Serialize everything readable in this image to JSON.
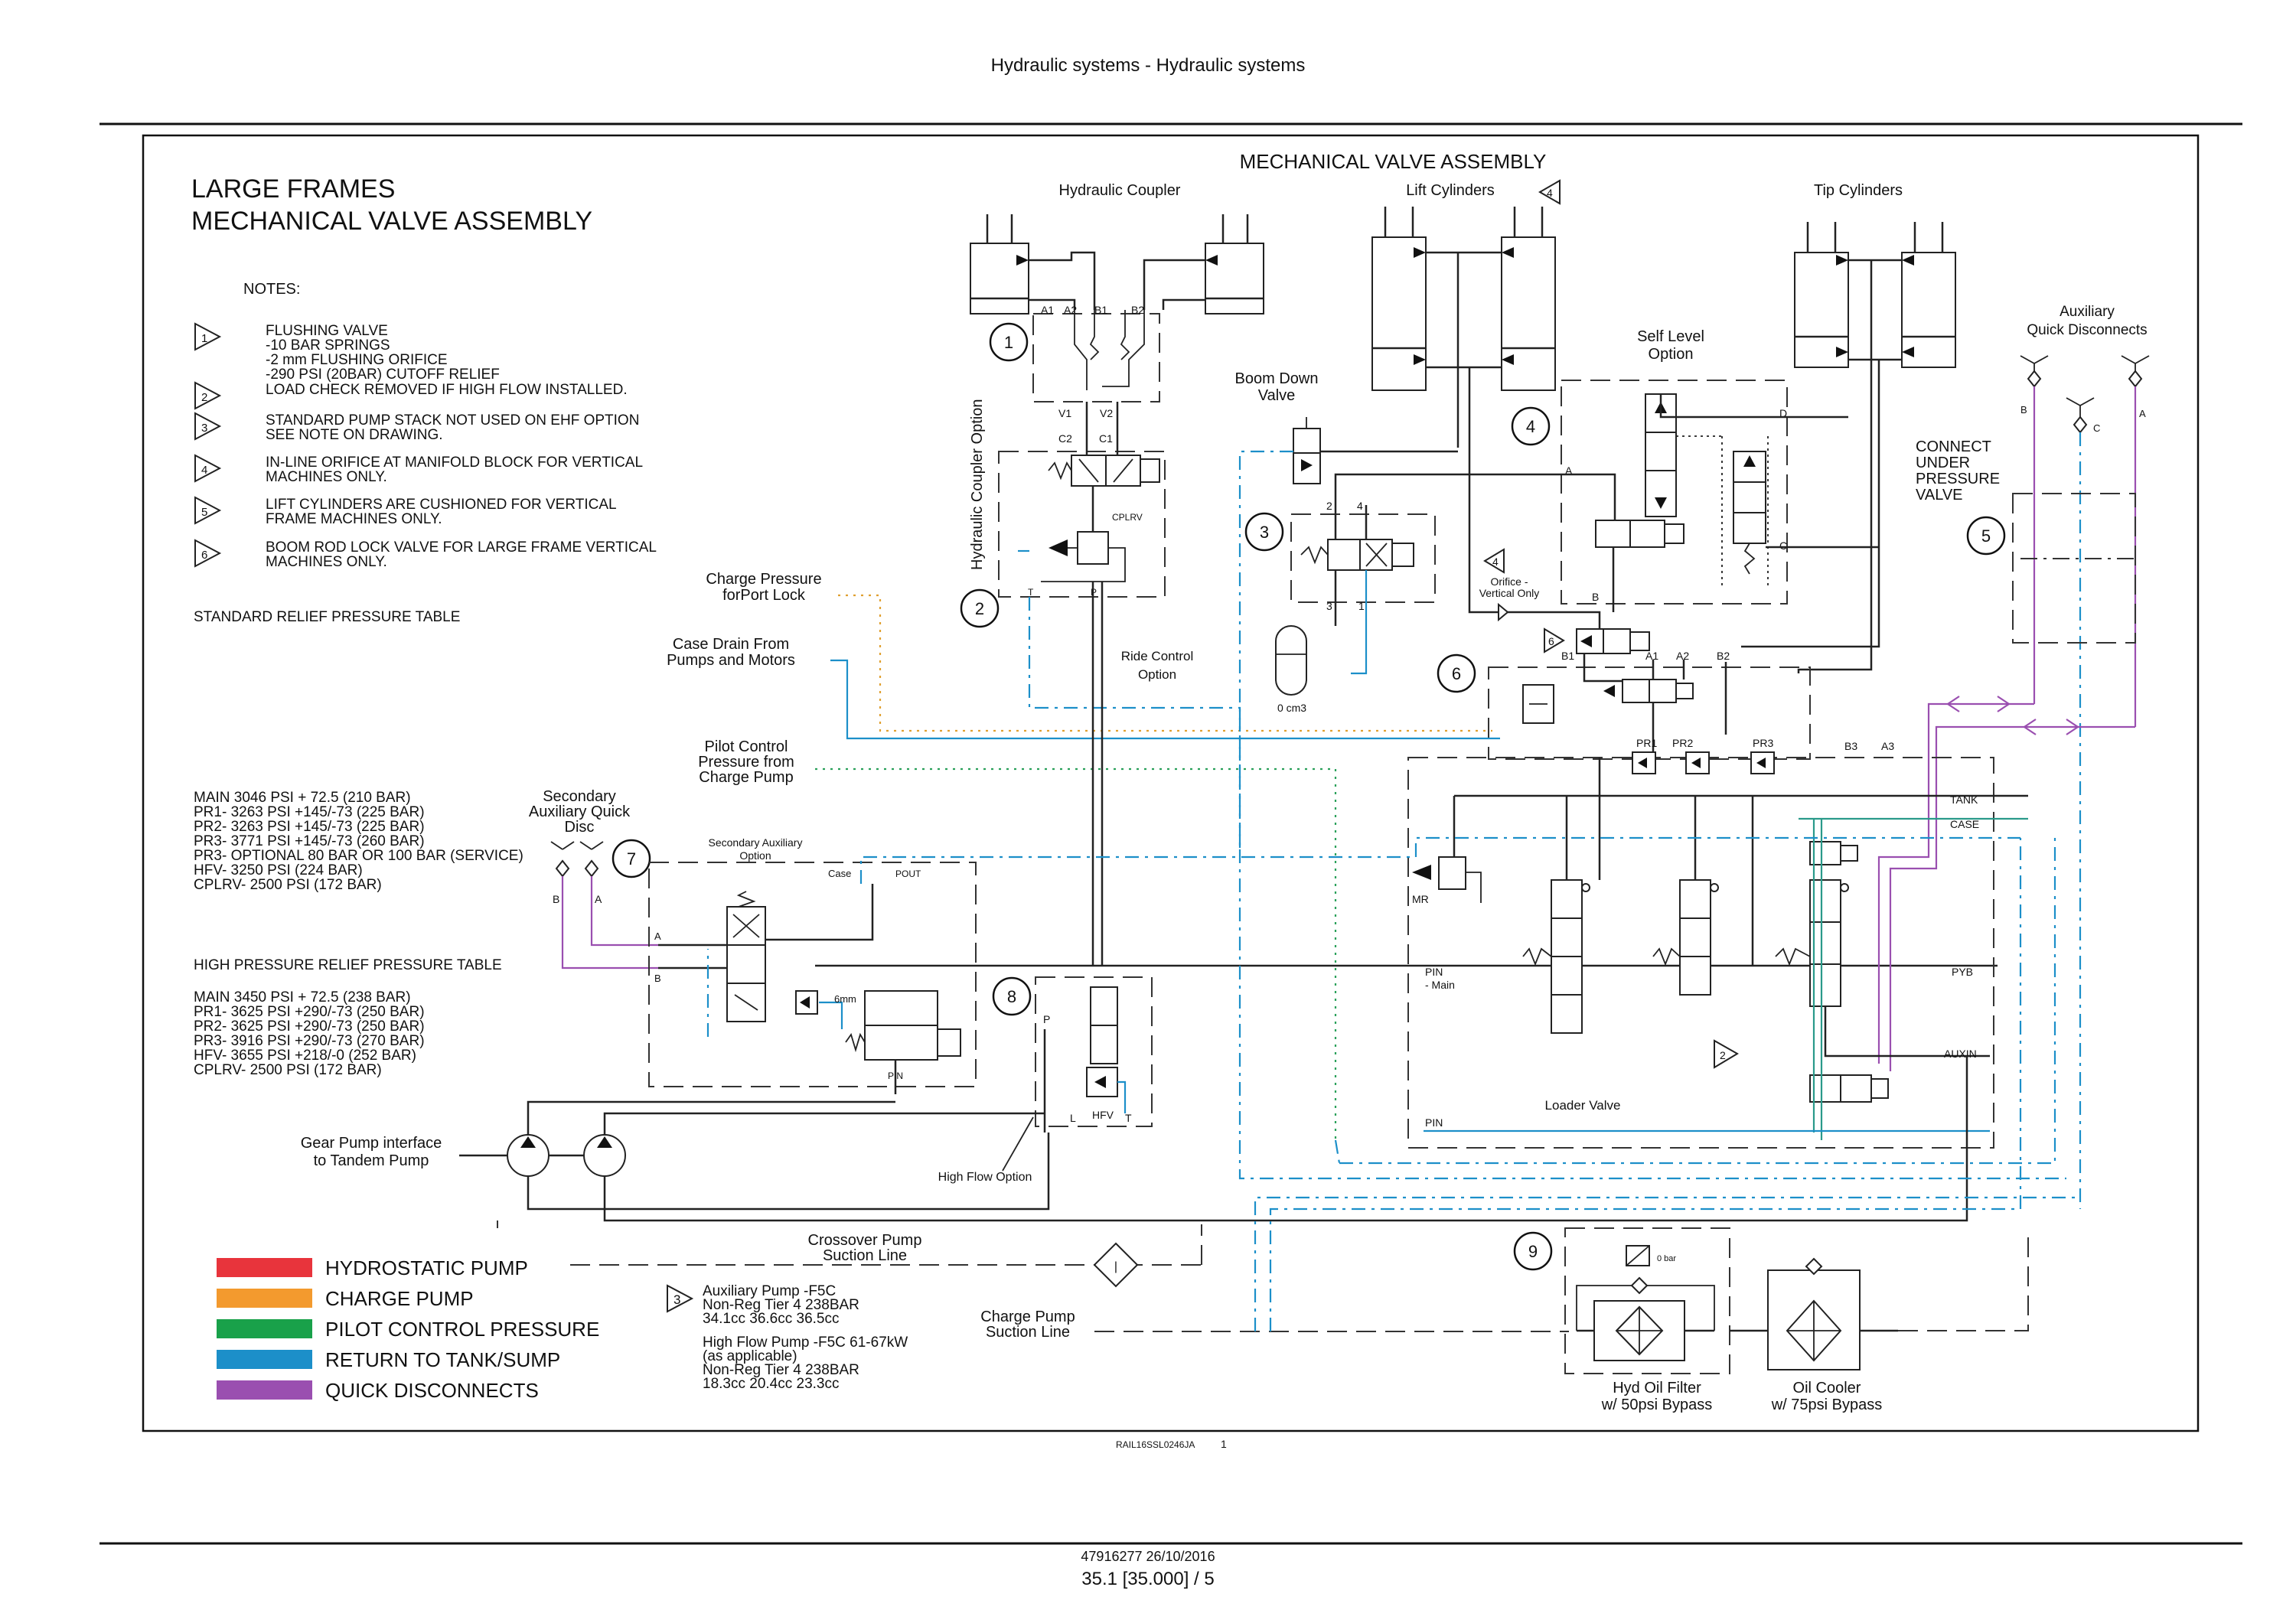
{
  "header": {
    "title": "Hydraulic systems - Hydraulic systems"
  },
  "footer": {
    "doc_id": "47916277 26/10/2016",
    "page_ref": "35.1 [35.000] / 5",
    "figure_code": "RAIL16SSL0246JA",
    "figure_num": "1"
  },
  "title": {
    "line1": "LARGE FRAMES",
    "line2": "MECHANICAL VALVE ASSEMBLY"
  },
  "diagram_title": "MECHANICAL VALVE ASSEMBLY",
  "notes": {
    "heading": "NOTES:",
    "items": [
      {
        "num": "1",
        "lines": [
          "FLUSHING VALVE",
          "-10 BAR SPRINGS",
          "-2 mm FLUSHING ORIFICE",
          "-290 PSI (20BAR) CUTOFF RELIEF"
        ]
      },
      {
        "num": "2",
        "lines": [
          "LOAD CHECK REMOVED IF HIGH FLOW INSTALLED."
        ]
      },
      {
        "num": "3",
        "lines": [
          "STANDARD PUMP STACK NOT USED ON EHF OPTION",
          "SEE NOTE ON DRAWING."
        ]
      },
      {
        "num": "4",
        "lines": [
          "IN-LINE ORIFICE AT MANIFOLD BLOCK FOR VERTICAL",
          "MACHINES ONLY."
        ]
      },
      {
        "num": "5",
        "lines": [
          "LIFT CYLINDERS ARE CUSHIONED FOR VERTICAL",
          "FRAME MACHINES ONLY."
        ]
      },
      {
        "num": "6",
        "lines": [
          "BOOM ROD LOCK VALVE FOR LARGE FRAME VERTICAL",
          "MACHINES ONLY."
        ]
      }
    ]
  },
  "standard_table": {
    "heading": "STANDARD RELIEF PRESSURE TABLE",
    "rows": [
      "MAIN 3046 PSI  +  72.5   (210 BAR)",
      "PR1-  3263 PSI +145/-73 (225 BAR)",
      "PR2-  3263 PSI +145/-73 (225 BAR)",
      "PR3-  3771 PSI +145/-73 (260 BAR)",
      "PR3- OPTIONAL 80 BAR OR 100 BAR (SERVICE)",
      "HFV-   3250 PSI (224 BAR)",
      "CPLRV- 2500 PSI (172 BAR)"
    ]
  },
  "high_table": {
    "heading": "HIGH PRESSURE RELIEF PRESSURE TABLE",
    "rows": [
      "MAIN 3450 PSI  +  72.5   (238 BAR)",
      "PR1-  3625 PSI +290/-73 (250 BAR)",
      "PR2-  3625 PSI +290/-73 (250 BAR)",
      "PR3-  3916 PSI +290/-73 (270 BAR)",
      "HFV-  3655 PSI +218/-0 (252 BAR)",
      "CPLRV- 2500 PSI (172 BAR)"
    ]
  },
  "legend": [
    {
      "label": "HYDROSTATIC PUMP",
      "color": "#e8343c"
    },
    {
      "label": "CHARGE PUMP",
      "color": "#f39a2e"
    },
    {
      "label": "PILOT CONTROL PRESSURE",
      "color": "#19a14a"
    },
    {
      "label": "RETURN TO TANK/SUMP",
      "color": "#1c8fc9"
    },
    {
      "label": "QUICK DISCONNECTS",
      "color": "#9a4fb0"
    }
  ],
  "pump_note": {
    "num": "3",
    "aux_lines": [
      "Auxiliary Pump -F5C",
      "Non-Reg    Tier 4     238BAR",
      "34.1cc     36.6cc     36.5cc"
    ],
    "hf_lines": [
      "High Flow Pump  -F5C 61-67kW",
      "(as applicable)",
      "Non-Reg    Tier 4     238BAR",
      "18.3cc     20.4cc     23.3cc"
    ]
  },
  "labels": {
    "hydraulic_coupler": "Hydraulic Coupler",
    "lift_cylinders": "Lift Cylinders",
    "tip_cylinders": "Tip Cylinders",
    "aux_qd": [
      "Auxiliary",
      "Quick Disconnects"
    ],
    "self_level": [
      "Self Level",
      "Option"
    ],
    "boom_down": [
      "Boom Down",
      "Valve"
    ],
    "coupler_option": "Hydraulic Coupler Option",
    "connect_under": [
      "CONNECT",
      "UNDER",
      "PRESSURE",
      "VALVE"
    ],
    "charge_pressure": [
      "Charge Pressure",
      "forPort Lock"
    ],
    "case_drain": [
      "Case Drain From",
      "Pumps and Motors"
    ],
    "ride_control": [
      "Ride Control",
      "Option"
    ],
    "orifice": [
      "Orifice -",
      "Vertical Only"
    ],
    "zero_cm3": "0 cm3",
    "pilot_control": [
      "Pilot Control",
      "Pressure from",
      "Charge Pump"
    ],
    "secondary_qd": [
      "Secondary",
      "Auxiliary Quick",
      "Disc"
    ],
    "secondary_opt": [
      "Secondary Auxiliary",
      "Option"
    ],
    "gear_pump": [
      "Gear Pump interface",
      "to Tandem Pump"
    ],
    "high_flow_option": "High Flow Option",
    "crossover": [
      "Crossover Pump",
      "Suction Line"
    ],
    "charge_suction": [
      "Charge Pump",
      "Suction Line"
    ],
    "hyd_filter": [
      "Hyd Oil Filter",
      "w/ 50psi Bypass"
    ],
    "oil_cooler": [
      "Oil Cooler",
      "w/ 75psi Bypass"
    ],
    "loader_valve": "Loader Valve",
    "zero_bar": "0 bar",
    "six_mm": "6mm"
  },
  "ports": {
    "a1": "A1",
    "a2": "A2",
    "b1": "B1",
    "b2": "B2",
    "v1": "V1",
    "v2": "V2",
    "c2": "C2",
    "c1": "C1",
    "cplrv": "CPLRV",
    "t": "T",
    "p": "P",
    "two": "2",
    "four": "4",
    "three": "3",
    "one": "1",
    "a": "A",
    "b": "B",
    "c": "C",
    "d": "D",
    "b1b": "B1",
    "a1b": "A1",
    "a2b": "A2",
    "b2b": "B2",
    "pr1": "PR1",
    "pr2": "PR2",
    "pr3": "PR3",
    "b3": "B3",
    "a3": "A3",
    "tank": "TANK",
    "case": "CASE",
    "pyb": "PYB",
    "auxin": "AUXIN",
    "mr": "MR",
    "pin_main": [
      "PIN",
      "- Main"
    ],
    "pin": "PIN",
    "case2": "Case",
    "pout": "POUT",
    "pin2": "PIN",
    "p2": "P",
    "l": "L",
    "hfv": "HFV",
    "t2": "T",
    "qa": "A",
    "qb": "B",
    "qc": "C",
    "sa": "A",
    "sb": "B",
    "la": "A",
    "lb": "B"
  },
  "callouts": [
    "1",
    "2",
    "3",
    "4",
    "5",
    "6",
    "7",
    "8",
    "9"
  ],
  "tri_marks": [
    "4",
    "6",
    "4",
    "2"
  ]
}
